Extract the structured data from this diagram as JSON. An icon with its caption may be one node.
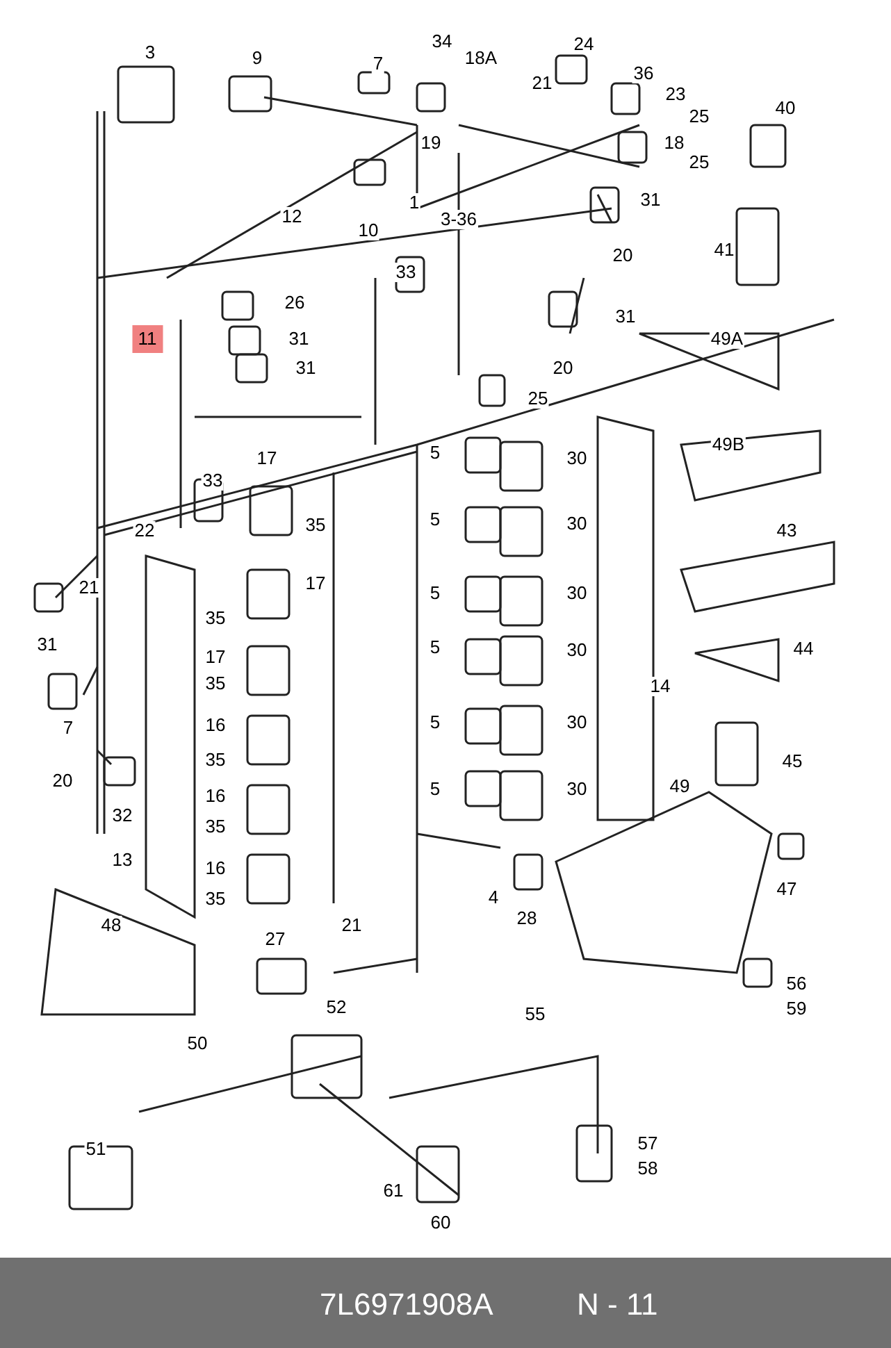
{
  "diagram": {
    "labels": [
      "3",
      "9",
      "7",
      "34",
      "18A",
      "24",
      "21",
      "36",
      "23",
      "25",
      "40",
      "19",
      "18",
      "25",
      "12",
      "10",
      "1",
      "3-36",
      "31",
      "20",
      "41",
      "33",
      "26",
      "11",
      "31",
      "31",
      "20",
      "31",
      "49A",
      "25",
      "17",
      "33",
      "5",
      "30",
      "49B",
      "22",
      "35",
      "5",
      "30",
      "43",
      "21",
      "17",
      "5",
      "30",
      "31",
      "35",
      "44",
      "17",
      "5",
      "30",
      "35",
      "14",
      "7",
      "16",
      "5",
      "30",
      "35",
      "45",
      "20",
      "16",
      "5",
      "30",
      "49",
      "32",
      "35",
      "13",
      "16",
      "4",
      "47",
      "48",
      "35",
      "28",
      "27",
      "21",
      "56",
      "52",
      "59",
      "55",
      "50",
      "57",
      "51",
      "61",
      "58",
      "60",
      "7L6971908A",
      "N - 11"
    ]
  }
}
